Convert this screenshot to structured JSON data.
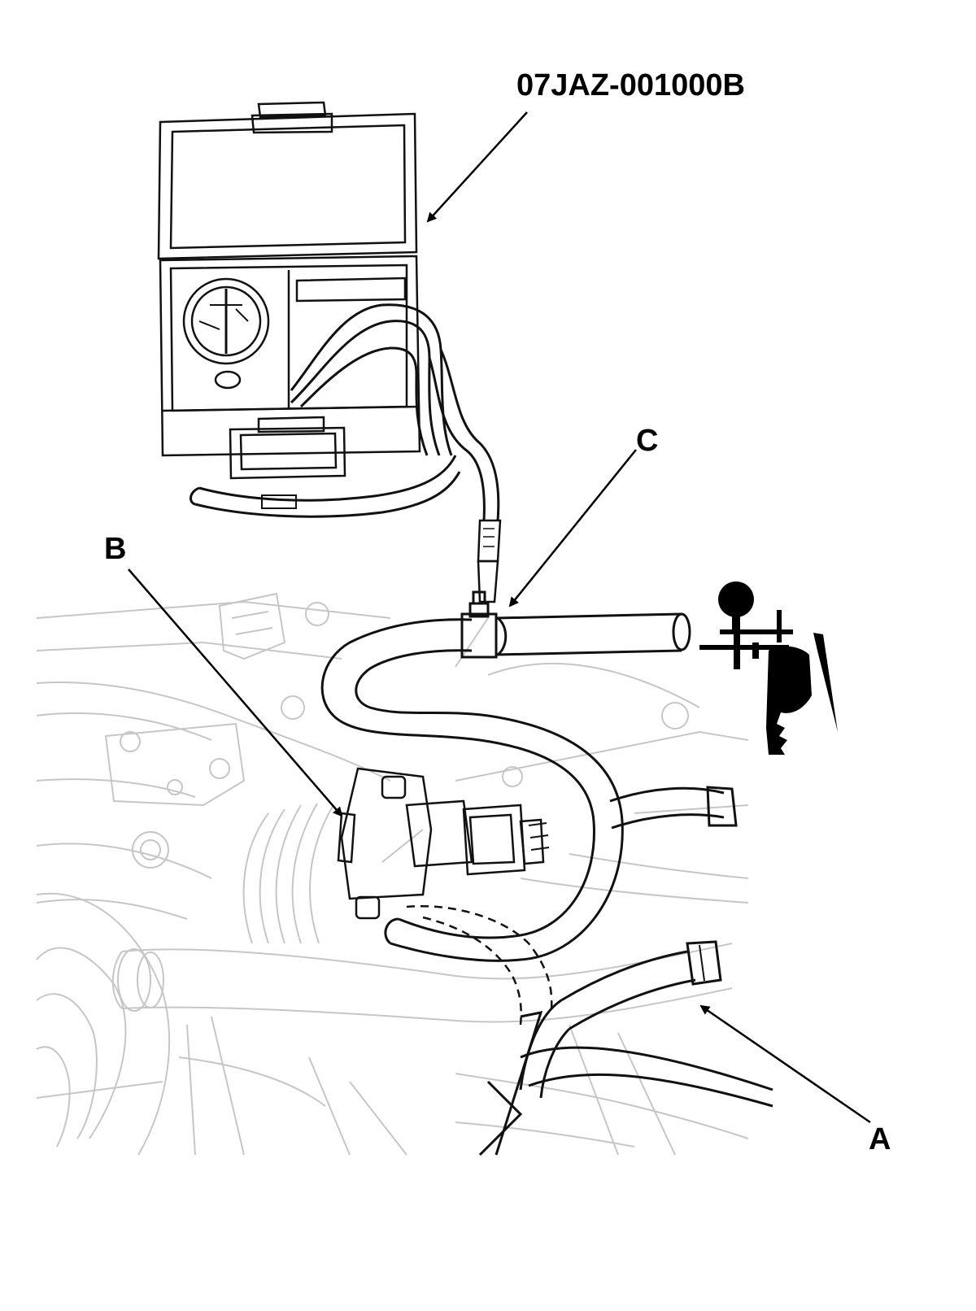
{
  "labels": {
    "tool_number": "07JAZ-001000B",
    "callout_a": "A",
    "callout_b": "B",
    "callout_c": "C"
  },
  "icons": {
    "tester_kit": "evap-pressure-tester-case-icon",
    "vacuum_pump": "hand-vacuum-pump-icon"
  },
  "colors": {
    "ink": "#000000",
    "background_linework": "#c8c8c8",
    "hose_stroke": "#111111"
  }
}
